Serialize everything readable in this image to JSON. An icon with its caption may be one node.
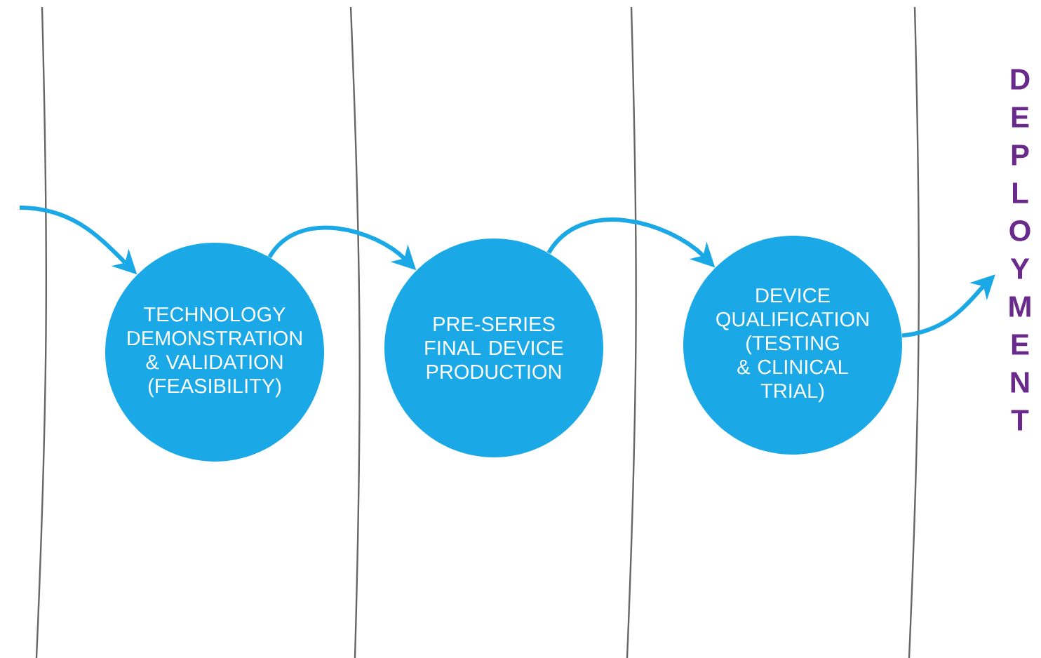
{
  "diagram": {
    "nodes": [
      {
        "text": [
          "TECHNOLOGY DEMONSTRATION & VALIDATION (FEASIBILITY)"
        ]
      },
      {
        "text": [
          "PRE-SERIES FINAL DEVICE PRODUCTION"
        ]
      },
      {
        "text": [
          "DEVICE QUALIFICATION (TESTING & CLINICAL TRIAL)"
        ]
      },
      {
        "text": [
          "DEPLOYMENT"
        ]
      }
    ],
    "edges": [
      {
        "from": null,
        "to": 0,
        "arrow": "to"
      },
      {
        "from": 0,
        "to": 1,
        "arrow": "to"
      },
      {
        "from": 1,
        "to": 2,
        "arrow": "to"
      },
      {
        "from": 2,
        "to": 3,
        "arrow": "to"
      }
    ]
  }
}
